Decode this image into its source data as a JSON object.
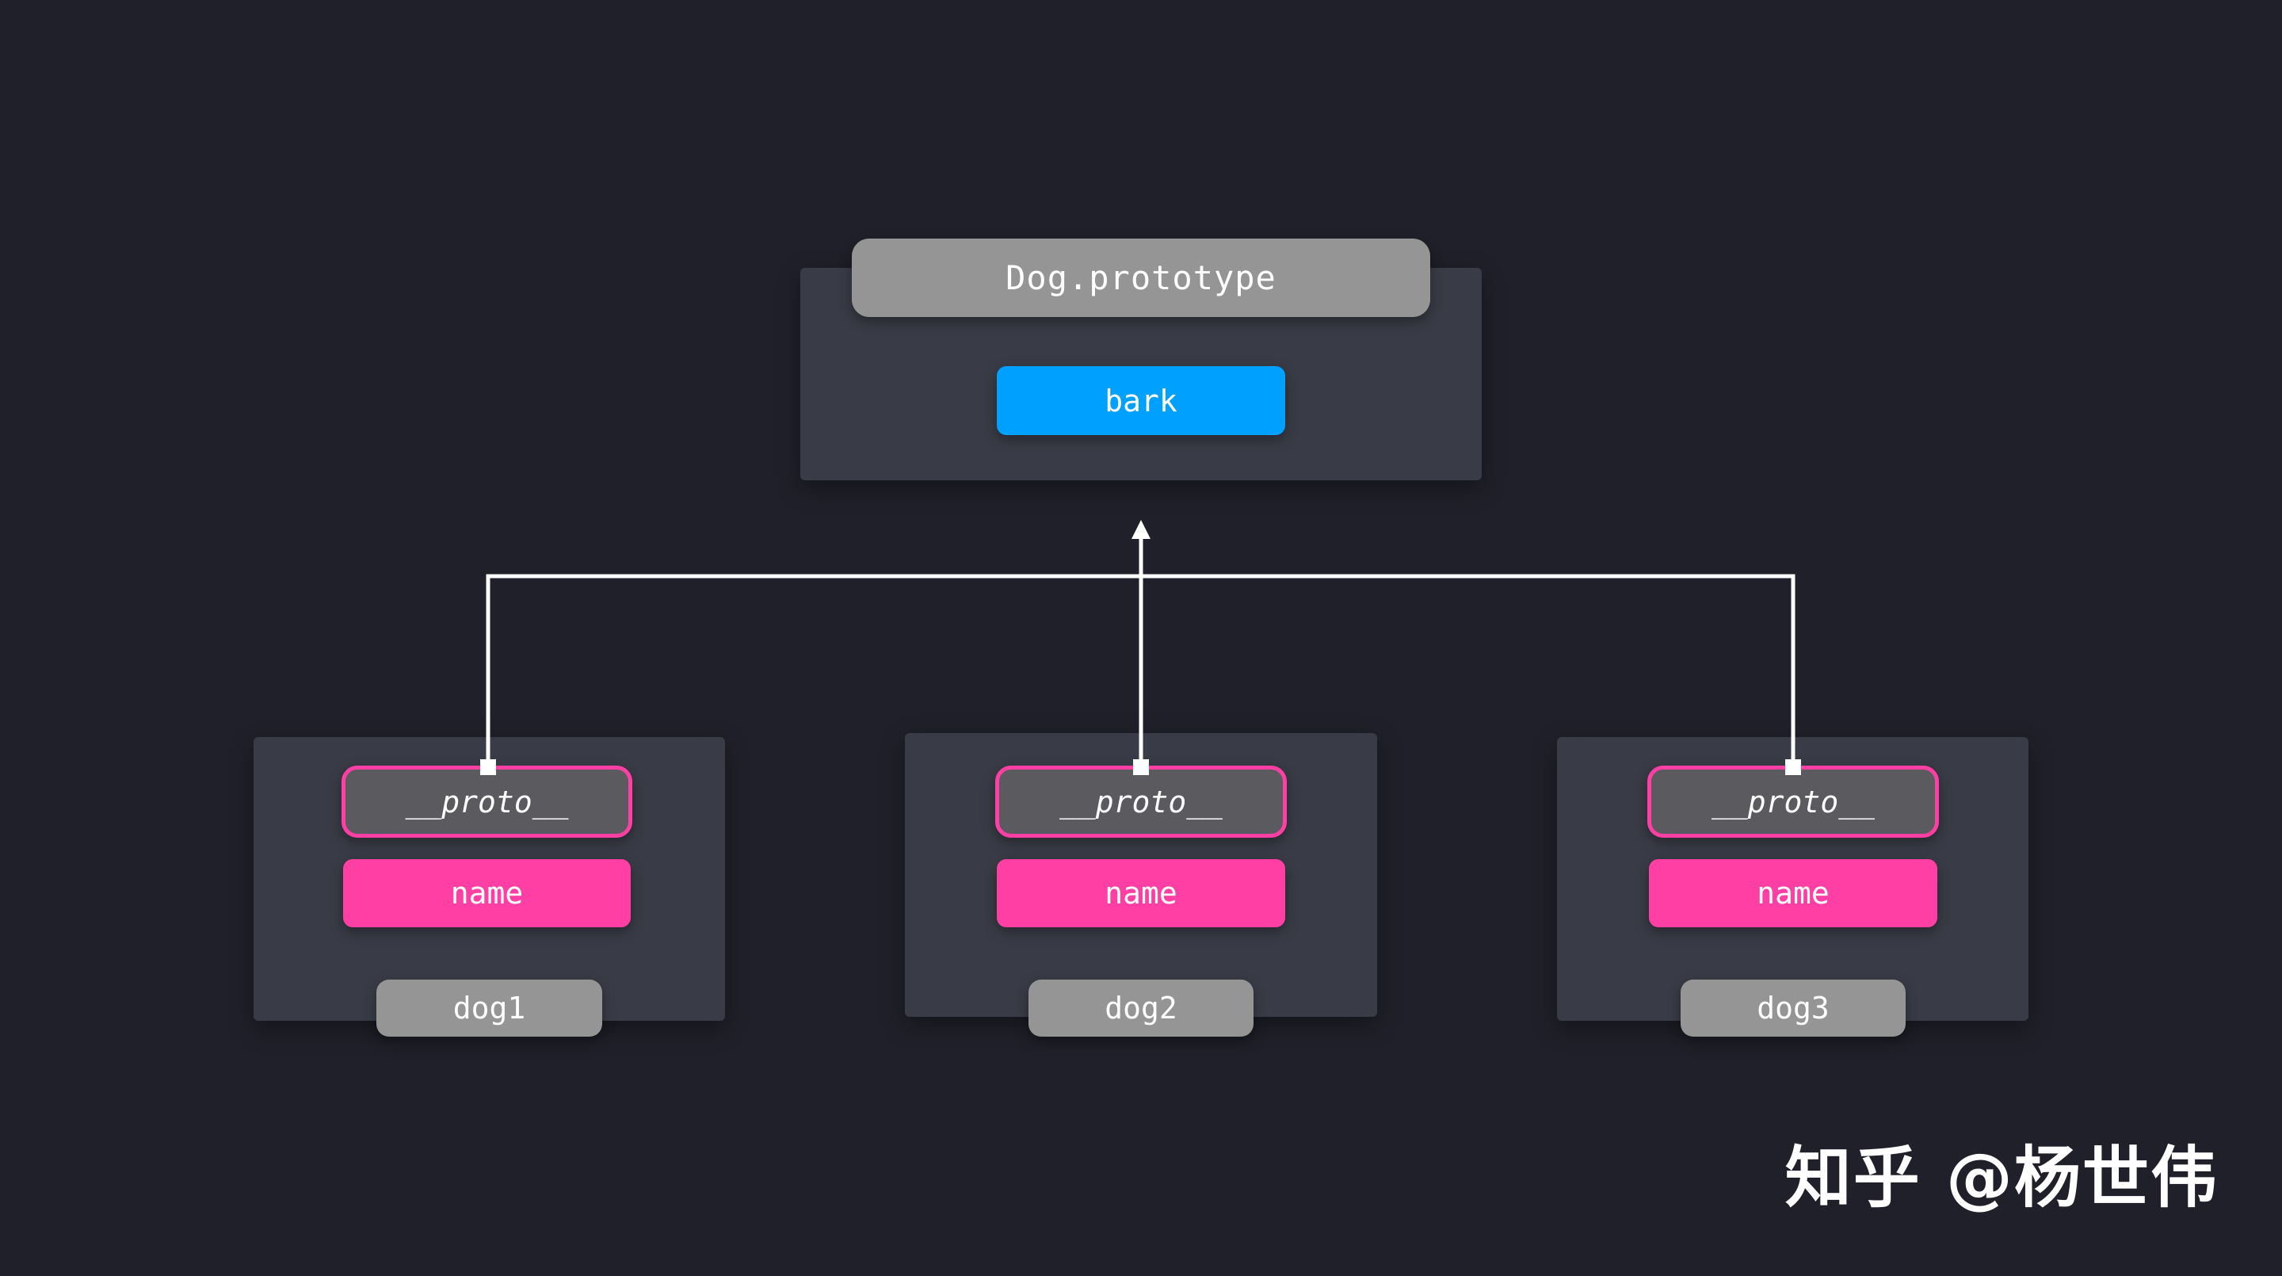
{
  "prototype": {
    "title": "Dog.prototype",
    "method": "bark"
  },
  "instances": [
    {
      "proto_label": "__proto__",
      "property": "name",
      "label": "dog1"
    },
    {
      "proto_label": "__proto__",
      "property": "name",
      "label": "dog2"
    },
    {
      "proto_label": "__proto__",
      "property": "name",
      "label": "dog3"
    }
  ],
  "watermark": "知乎 @杨世伟",
  "colors": {
    "background": "#1f2029",
    "panel": "#393b46",
    "title_pill": "#959595",
    "method": "#00a0ff",
    "property": "#ff3fa4",
    "proto_fill": "#5a5a5f",
    "connector": "#ffffff"
  }
}
